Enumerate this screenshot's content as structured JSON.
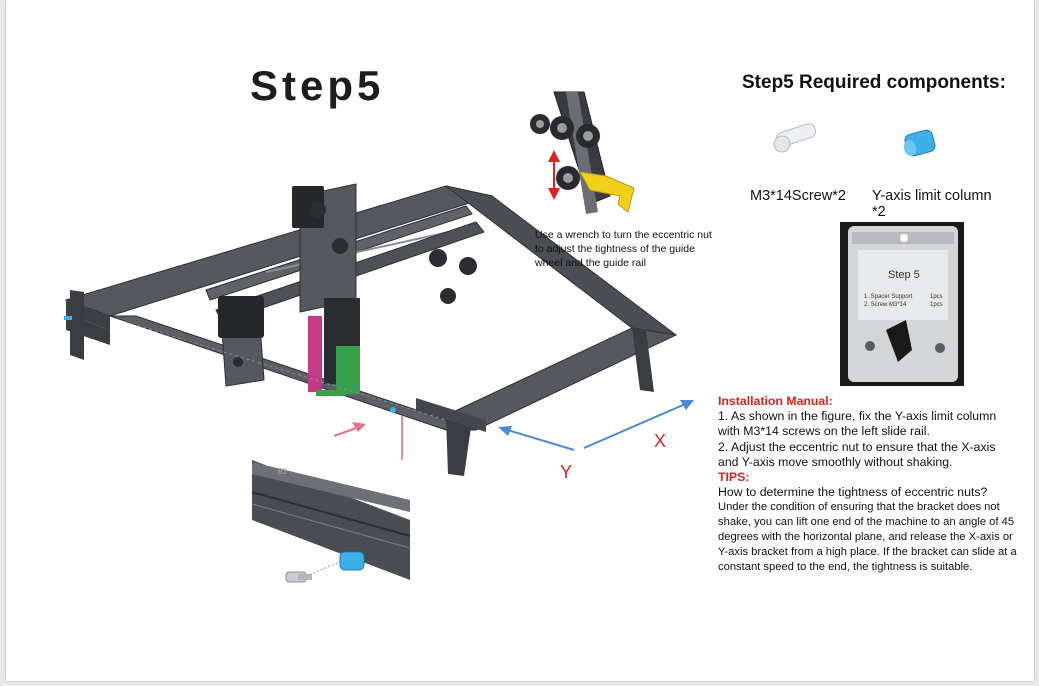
{
  "step_title": "Step5",
  "components": {
    "title": "Step5 Required components:",
    "screw_label": "M3*14Screw*2",
    "column_label_line1": "Y-axis limit column",
    "column_label_line2": "*2"
  },
  "bag": {
    "title": "Step 5",
    "line1_name": "1. Spacer Support",
    "line1_qty": "1pcs",
    "line2_name": "2. Screw M3*14",
    "line2_qty": "1pcs"
  },
  "wrench_note": "Use a wrench to turn the eccentric nut to adjust the tightness of the guide wheel and the guide rail",
  "axis_labels": {
    "x": "X",
    "y": "Y"
  },
  "manual": {
    "heading": "Installation Manual:",
    "item1": "1. As shown in the figure, fix the Y-axis limit column with M3*14 screws on the left slide rail.",
    "item2": "2. Adjust the eccentric nut to ensure that the X-axis and Y-axis move smoothly without shaking.",
    "tips_heading": "TIPS:",
    "tips_question": "How to determine the tightness of eccentric nuts?",
    "tips_body": "Under the condition of ensuring that the bracket does not shake, you can lift one end of the machine to an angle of 45 degrees with the horizontal plane, and release the X-axis or Y-axis bracket from a high place. If the bracket can slide at a constant speed to the end, the tightness is suitable."
  },
  "colors": {
    "red_accent": "#e02020",
    "blue_arrow": "#4a88d8",
    "pink_arrow": "#e87080",
    "frame": "#4b4e54",
    "bracket_yellow": "#f2cf1a",
    "column_blue": "#3db0e8"
  }
}
